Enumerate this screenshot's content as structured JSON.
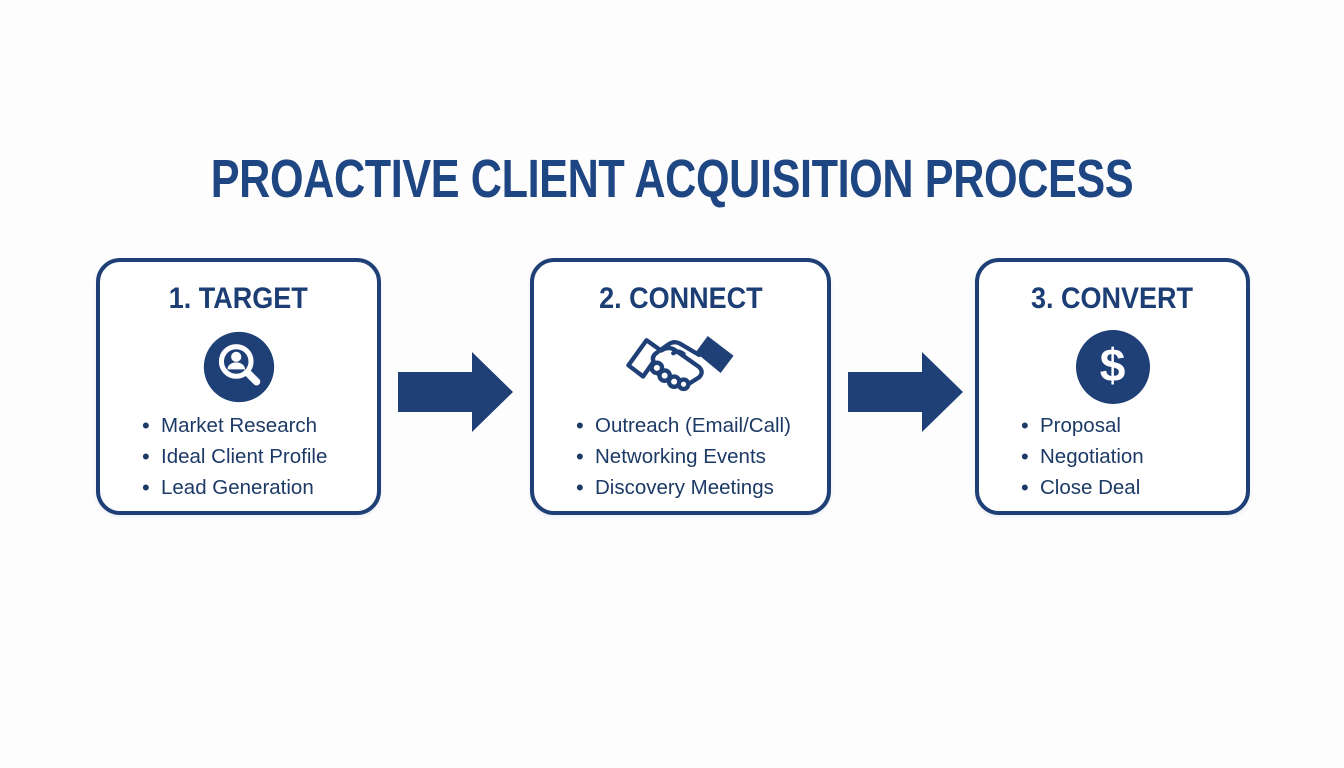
{
  "title": "PROACTIVE CLIENT ACQUISITION PROCESS",
  "colors": {
    "accent_blue": "#1e4077",
    "title_blue": "#1d4682",
    "heading_navy": "#1c3e74",
    "body_navy": "#1d3a66",
    "background": "#fdfdfe",
    "box_fill": "#ffffff",
    "icon_foreground": "#ffffff"
  },
  "steps": [
    {
      "heading": "1. TARGET",
      "icon": "person-search-icon",
      "items": [
        "Market Research",
        "Ideal Client Profile",
        "Lead Generation"
      ]
    },
    {
      "heading": "2. CONNECT",
      "icon": "handshake-icon",
      "items": [
        "Outreach (Email/Call)",
        "Networking Events",
        "Discovery Meetings"
      ]
    },
    {
      "heading": "3. CONVERT",
      "icon": "dollar-icon",
      "glyph": "$",
      "items": [
        "Proposal",
        "Negotiation",
        "Close Deal"
      ]
    }
  ],
  "connectors": [
    "arrow-right",
    "arrow-right"
  ]
}
